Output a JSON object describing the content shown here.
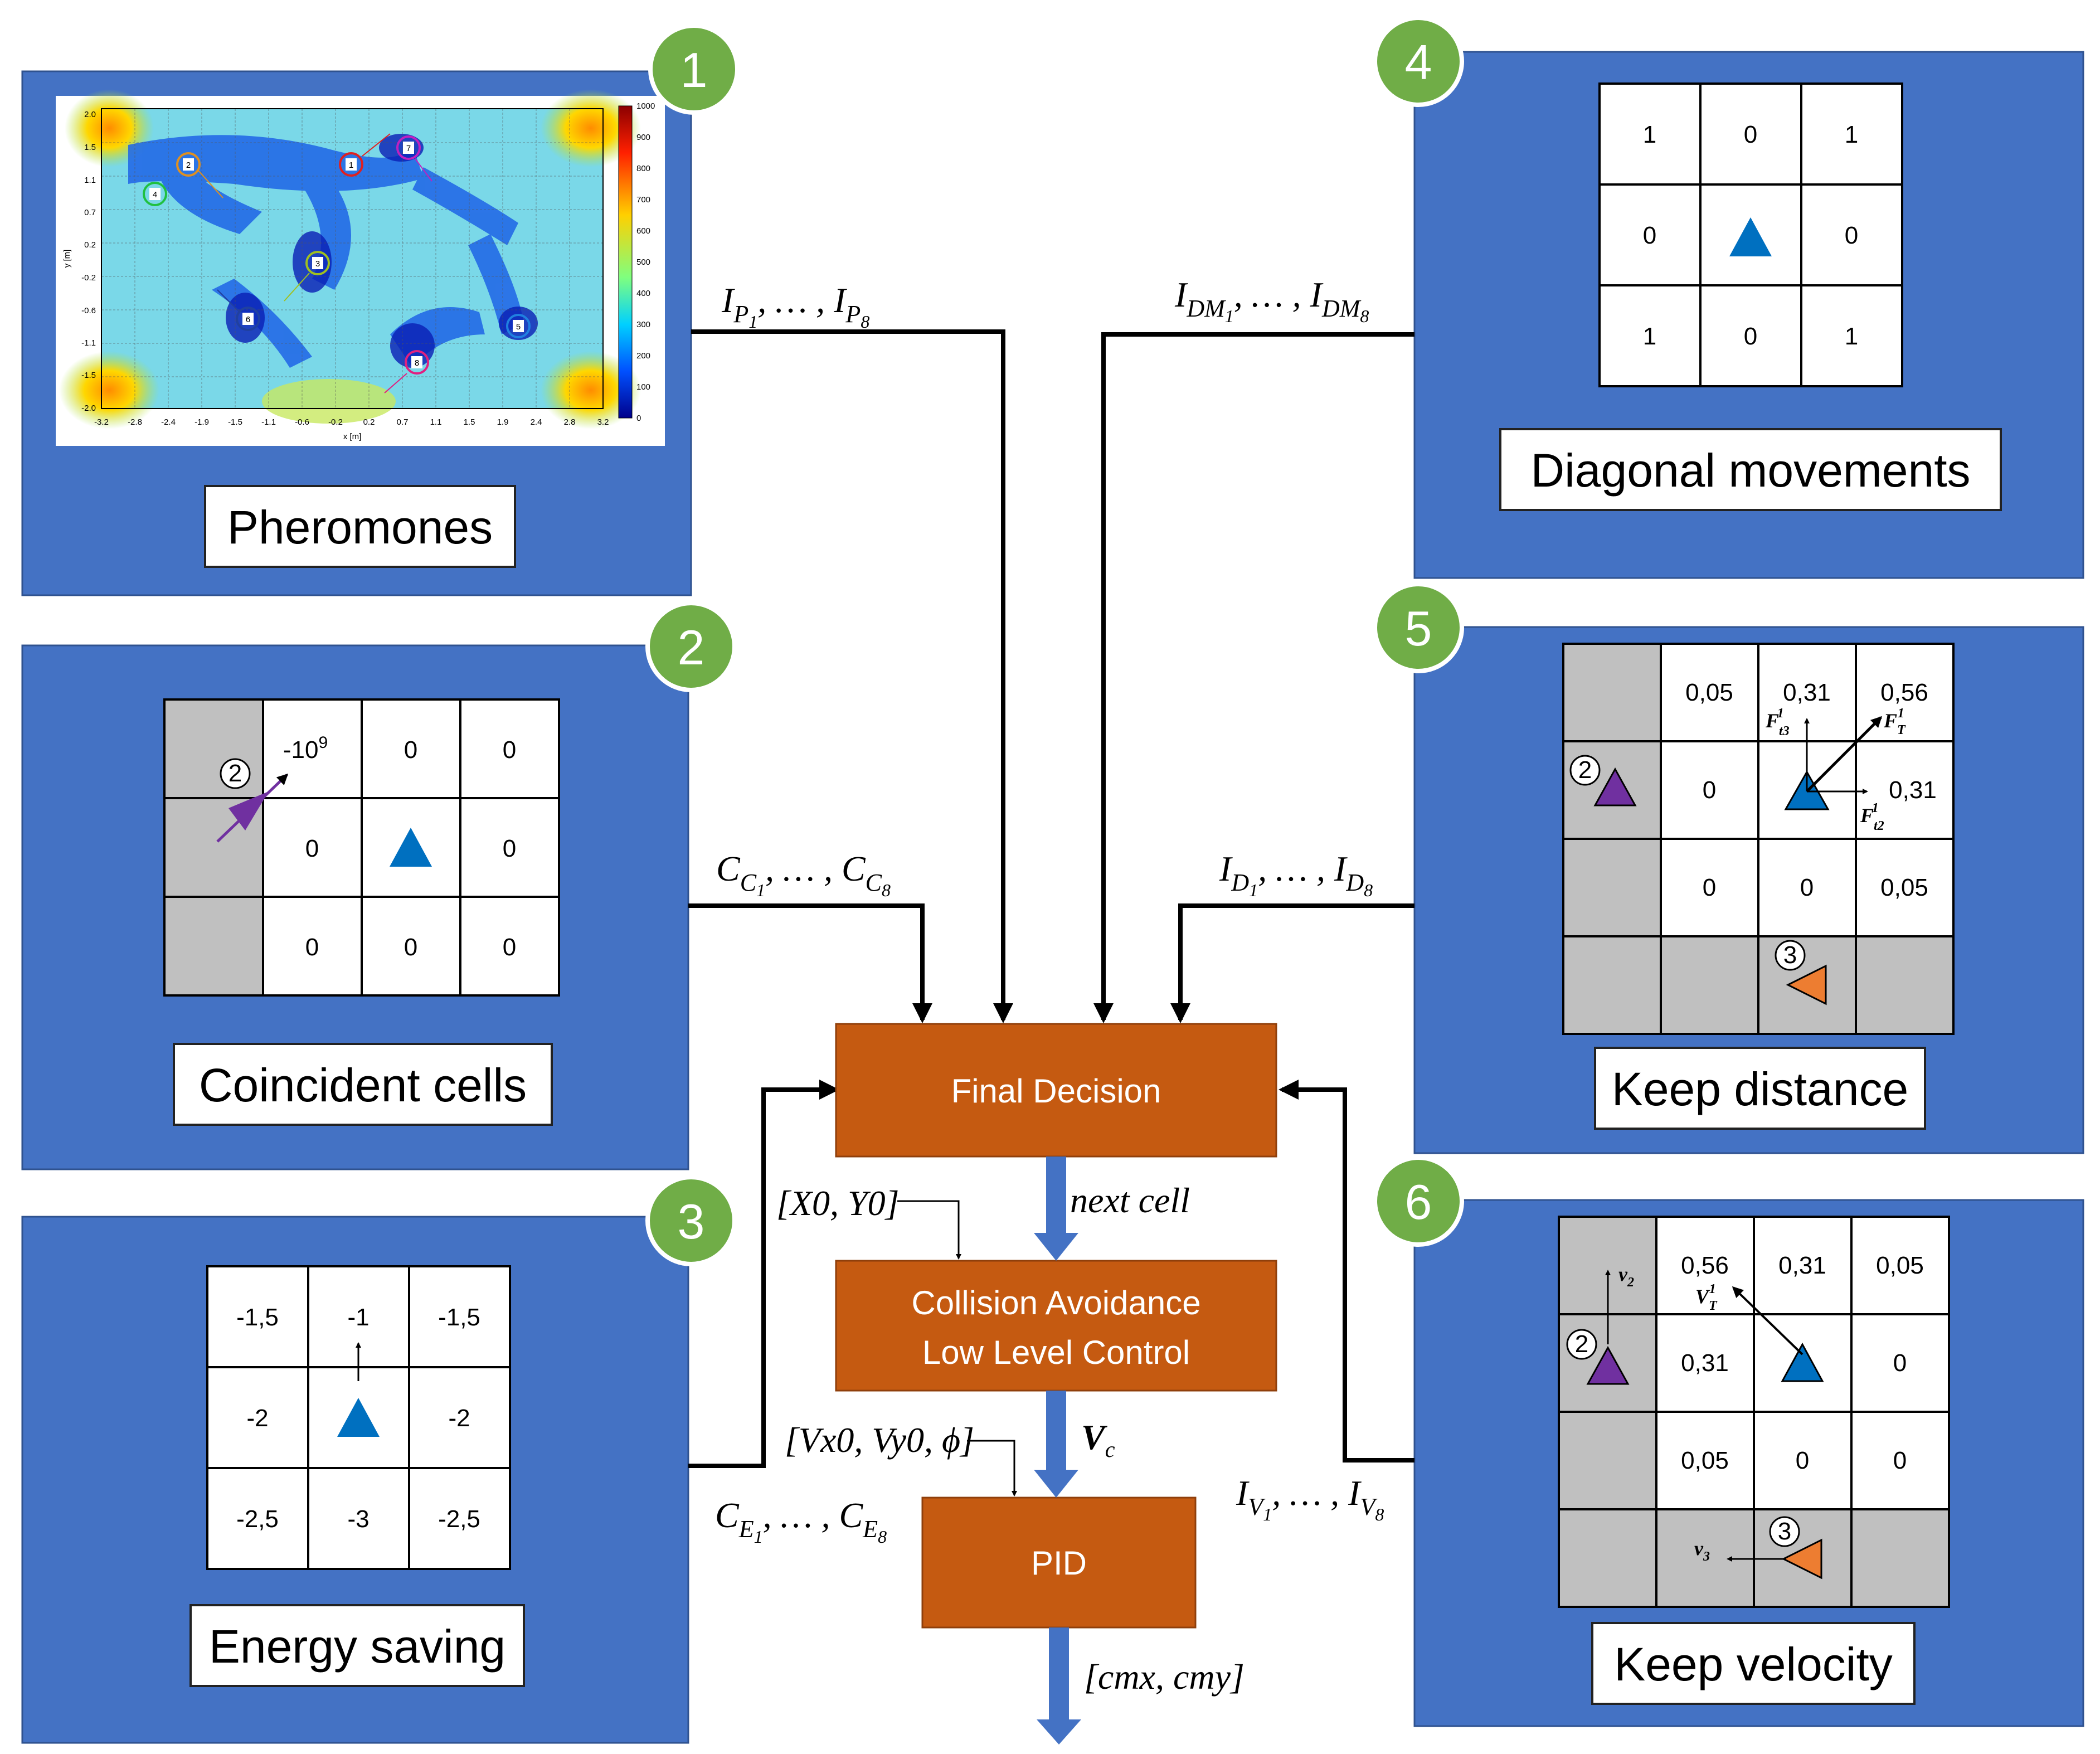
{
  "panels": {
    "p1": {
      "number": "1",
      "label": "Pheromones"
    },
    "p2": {
      "number": "2",
      "label": "Coincident cells"
    },
    "p3": {
      "number": "3",
      "label": "Energy saving"
    },
    "p4": {
      "number": "4",
      "label": "Diagonal movements"
    },
    "p5": {
      "number": "5",
      "label": "Keep distance"
    },
    "p6": {
      "number": "6",
      "label": "Keep velocity"
    }
  },
  "heatmap": {
    "y_ticks": [
      "2.0",
      "1.5",
      "1.1",
      "0.7",
      "0.2",
      "-0.2",
      "-0.6",
      "-1.1",
      "-1.5",
      "-2.0"
    ],
    "x_ticks": [
      "-3.2",
      "-2.8",
      "-2.4",
      "-1.9",
      "-1.5",
      "-1.1",
      "-0.6",
      "-0.2",
      "0.2",
      "0.7",
      "1.1",
      "1.5",
      "1.9",
      "2.4",
      "2.8",
      "3.2"
    ],
    "xlabel": "x [m]",
    "ylabel": "y [m]",
    "colorbar_ticks": [
      "1000",
      "900",
      "800",
      "700",
      "600",
      "500",
      "400",
      "300",
      "200",
      "100",
      "0"
    ],
    "robots": [
      "1",
      "2",
      "3",
      "4",
      "5",
      "6",
      "7",
      "8"
    ]
  },
  "grids": {
    "coincident": [
      [
        "",
        "-10",
        "0",
        "0"
      ],
      [
        "",
        "0",
        "",
        "0"
      ],
      [
        "",
        "0",
        "0",
        "0"
      ]
    ],
    "coincident_exp": "9",
    "coincident_robot": "2",
    "energy": [
      [
        "-1,5",
        "-1",
        "-1,5"
      ],
      [
        "-2",
        "",
        "-2"
      ],
      [
        "-2,5",
        "-3",
        "-2,5"
      ]
    ],
    "diagonal": [
      [
        "1",
        "0",
        "1"
      ],
      [
        "0",
        "",
        "0"
      ],
      [
        "1",
        "0",
        "1"
      ]
    ],
    "distance": [
      [
        "",
        "0,05",
        "0,31",
        "0,56"
      ],
      [
        "",
        "0",
        "",
        "0,31"
      ],
      [
        "",
        "0",
        "0",
        "0,05"
      ],
      [
        "",
        "",
        "",
        ""
      ]
    ],
    "distance_robots": [
      "2",
      "3"
    ],
    "velocity": [
      [
        "",
        "0,56",
        "0,31",
        "0,05"
      ],
      [
        "",
        "0,31",
        "",
        "0"
      ],
      [
        "",
        "0,05",
        "0",
        "0"
      ],
      [
        "",
        "",
        "",
        ""
      ]
    ],
    "velocity_robots": [
      "2",
      "3"
    ]
  },
  "blocks": {
    "final_decision": "Final Decision",
    "collision_line1": "Collision Avoidance",
    "collision_line2": "Low Level Control",
    "pid": "PID"
  },
  "signals": {
    "ip": {
      "a": "I",
      "sub_a": "P",
      "sub_a2": "1",
      "mid": ", … , ",
      "b": "I",
      "sub_b": "P",
      "sub_b2": "8"
    },
    "idm": {
      "a": "I",
      "sub_a": "DM",
      "sub_a2": "1",
      "mid": ", … , ",
      "b": "I",
      "sub_b": "DM",
      "sub_b2": "8"
    },
    "cc": {
      "a": "C",
      "sub_a": "C",
      "sub_a2": "1",
      "mid": ", … , ",
      "b": "C",
      "sub_b": "C",
      "sub_b2": "8"
    },
    "id": {
      "a": "I",
      "sub_a": "D",
      "sub_a2": "1",
      "mid": ", … , ",
      "b": "I",
      "sub_b": "D",
      "sub_b2": "8"
    },
    "ce": {
      "a": "C",
      "sub_a": "E",
      "sub_a2": "1",
      "mid": ", … , ",
      "b": "C",
      "sub_b": "E",
      "sub_b2": "8"
    },
    "iv": {
      "a": "I",
      "sub_a": "V",
      "sub_a2": "1",
      "mid": ", … , ",
      "b": "I",
      "sub_b": "V",
      "sub_b2": "8"
    },
    "next_cell": "next cell",
    "x0y0": "[X0, Y0]",
    "vc": "V",
    "vc_sub": "c",
    "vx": "[Vx0, Vy0, ϕ]",
    "cm": "[cmx, cmy]"
  },
  "annotations": {
    "ft3": "F",
    "ft3_sub": "t3",
    "ft3_sup": "1",
    "fT": "F",
    "fT_sub": "T",
    "fT_sup": "1",
    "ft2": "F",
    "ft2_sub": "t2",
    "ft2_sup": "1",
    "v2": "v",
    "v2_sub": "2",
    "VT": "V",
    "VT_sub": "T",
    "VT_sup": "1",
    "v3": "v",
    "v3_sub": "3"
  },
  "colors": {
    "panel": "#4472c4",
    "badge": "#70ad47",
    "block": "#c55a11",
    "flow_arrow": "#4472c4",
    "agent_blue": "#0070c0",
    "agent_purple": "#7030a0",
    "agent_orange": "#ed7d31"
  }
}
